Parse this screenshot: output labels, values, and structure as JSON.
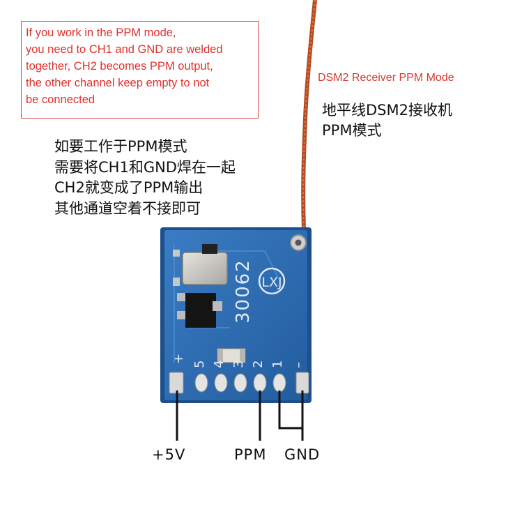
{
  "note_en": {
    "lines": [
      "If you work in the PPM mode,",
      "you need to CH1 and GND are welded",
      "together, CH2 becomes PPM output,",
      "the other channel keep empty to not",
      "be connected"
    ]
  },
  "note_zh": {
    "lines": [
      "如要工作于PPM模式",
      "需要将CH1和GND焊在一起",
      "CH2就变成了PPM输出",
      "其他通道空着不接即可"
    ]
  },
  "mode": {
    "en": "DSM2 Receiver PPM Mode",
    "zh_lines": [
      "地平线DSM2接收机",
      "PPM模式"
    ]
  },
  "board": {
    "silkscreen_code": "30062",
    "logo_text": "LXJ",
    "pin_markings": [
      "+",
      "5",
      "4",
      "3",
      "2",
      "1",
      "–"
    ]
  },
  "pins": {
    "plus5v": "+5V",
    "ppm": "PPM",
    "gnd": "GND"
  },
  "colors": {
    "pcb": "#2e6fb5",
    "antenna": "#c8582c",
    "note_red": "#e0302c"
  }
}
